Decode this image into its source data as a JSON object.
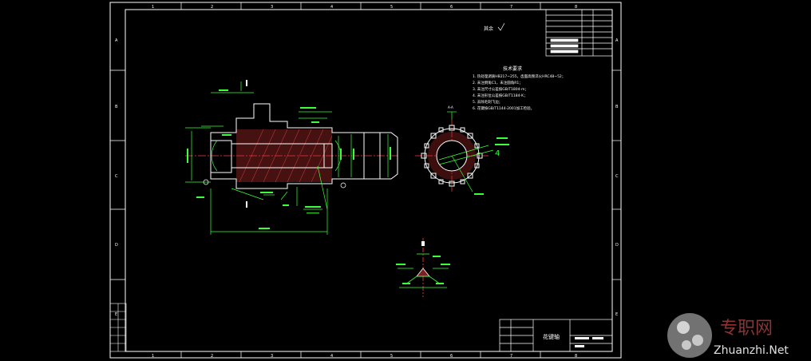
{
  "drawing": {
    "top_ruler": [
      "1",
      "2",
      "3",
      "4",
      "5",
      "6",
      "7",
      "8"
    ],
    "bottom_ruler": [
      "1",
      "2",
      "3",
      "4",
      "5",
      "6",
      "7",
      "8"
    ],
    "side_ruler": [
      "A",
      "B",
      "C",
      "D",
      "E"
    ],
    "roughness_note": "其余",
    "tech_req_title": "技术要求",
    "tech_req_lines": [
      "1. 热处理调质HB217~255，齿面高频淬火HRC48~52；",
      "2. 未注倒角C1，未注圆角R1；",
      "3. 未注尺寸公差按GB/T1804-m；",
      "4. 未注形位公差按GB/T1184-K；",
      "5. 去除毛刺飞边；",
      "6. 花键按GB/T1144-2001加工检验。"
    ],
    "section_label_a": "A-A",
    "leader_note": "Ra3.2",
    "title_block_name": "花键轴"
  },
  "watermark": {
    "brand": "专职网",
    "site": "Zhuanzhi.Net"
  },
  "colors": {
    "background": "#000000",
    "frame": "#ffffff",
    "dimension": "#3cff3c",
    "hatch": "#ff3c3c",
    "center": "#ff3c3c"
  }
}
